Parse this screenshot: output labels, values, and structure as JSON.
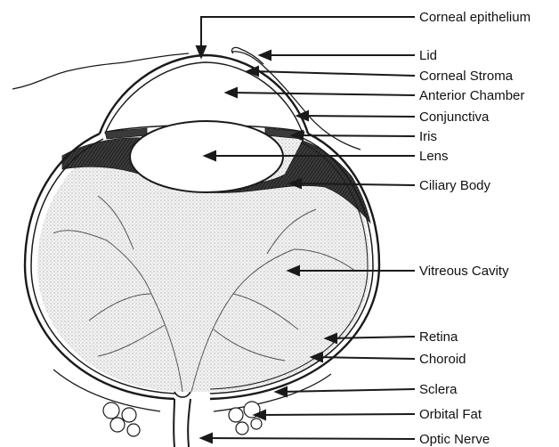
{
  "labels": {
    "corneal_epithelium": "Corneal epithelium",
    "lid": "Lid",
    "corneal_stroma": "Corneal Stroma",
    "anterior_chamber": "Anterior Chamber",
    "conjunctiva": "Conjunctiva",
    "iris": "Iris",
    "lens": "Lens",
    "ciliary_body": "Ciliary Body",
    "vitreous_cavity": "Vitreous Cavity",
    "retina": "Retina",
    "choroid": "Choroid",
    "sclera": "Sclera",
    "orbital_fat": "Orbital Fat",
    "optic_nerve": "Optic Nerve"
  },
  "colors": {
    "ink": "#1a1a1a",
    "background": "#ffffff",
    "vitreous_fill": "#efefef",
    "ciliary_band": "#2a2a2a"
  }
}
